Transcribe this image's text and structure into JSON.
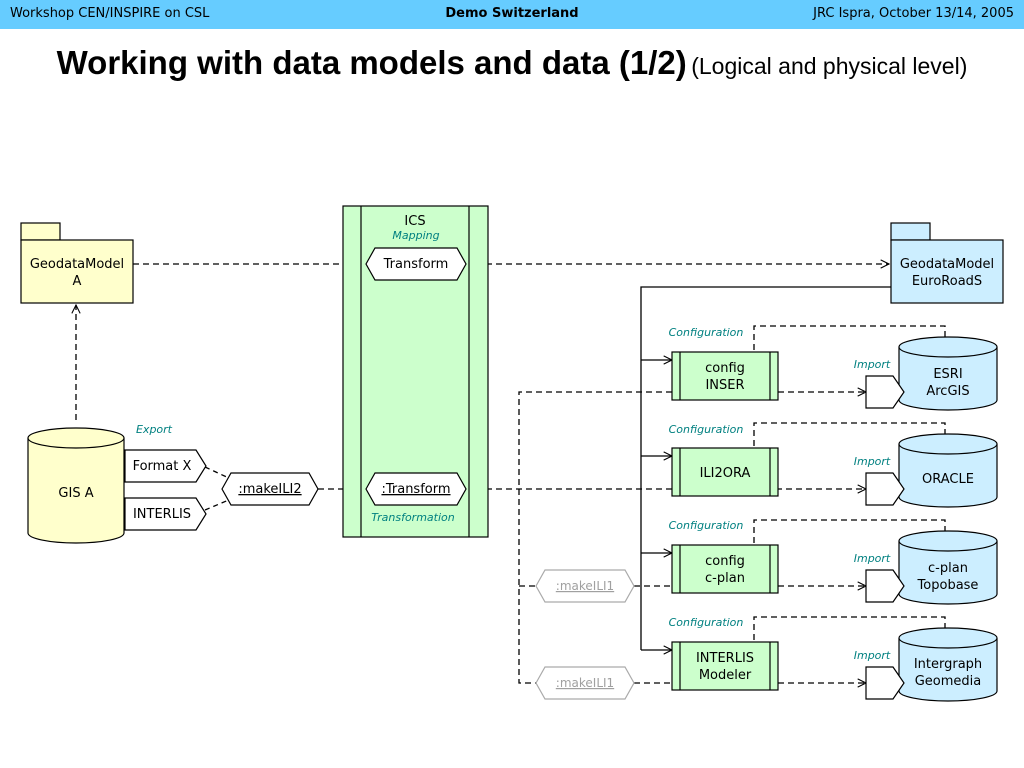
{
  "header": {
    "left": "Workshop CEN/INSPIRE on CSL",
    "center": "Demo Switzerland",
    "right": "JRC Ispra, October 13/14, 2005"
  },
  "title": {
    "main": "Working with data models and data (1/2)",
    "sub": "(Logical and physical level)"
  },
  "colors": {
    "header_bg": "#66ccff",
    "yellow_fill": "#ffffcc",
    "green_fill": "#ccffcc",
    "blue_fill": "#cceeff",
    "label_teal": "#008080"
  },
  "diagram": {
    "model_a": {
      "line1": "GeodataModel",
      "line2": "A"
    },
    "model_euro": {
      "line1": "GeodataModel",
      "line2": "EuroRoadS"
    },
    "gis_a": "GIS A",
    "format_x": "Format X",
    "interlis": "INTERLIS",
    "export": "Export",
    "make_ili2": ":makeILI2",
    "ics": "ICS",
    "mapping": "Mapping",
    "transform": "Transform",
    "transform_inst": ":Transform",
    "transformation": "Transformation",
    "configuration": "Configuration",
    "import": "Import",
    "make_ili1": ":makeILI1",
    "tools": [
      {
        "line1": "config",
        "line2": "INSER"
      },
      {
        "line1": "ILI2ORA",
        "line2": ""
      },
      {
        "line1": "config",
        "line2": "c-plan"
      },
      {
        "line1": "INTERLIS",
        "line2": "Modeler"
      }
    ],
    "dbs": [
      {
        "line1": "ESRI",
        "line2": "ArcGIS"
      },
      {
        "line1": "ORACLE",
        "line2": ""
      },
      {
        "line1": "c-plan",
        "line2": "Topobase"
      },
      {
        "line1": "Intergraph",
        "line2": "Geomedia"
      }
    ]
  }
}
